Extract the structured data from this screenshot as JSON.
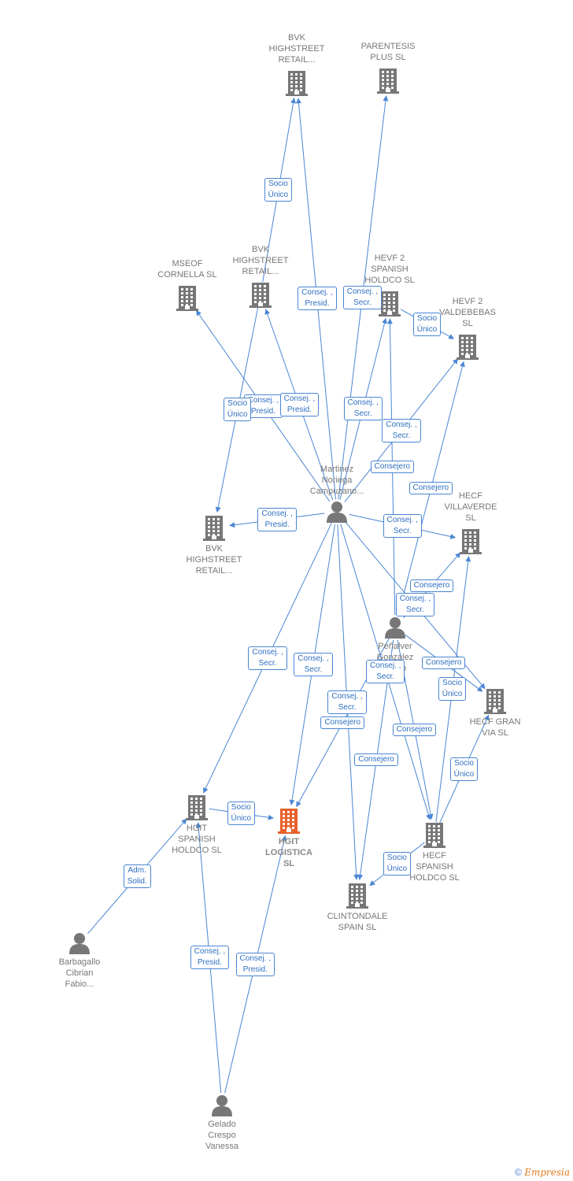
{
  "nodes": [
    {
      "id": "bvk_top",
      "name": "BVK\nHIGHSTREET\nRETAIL...",
      "kind": "company"
    },
    {
      "id": "parentesis",
      "name": "PARENTESIS\nPLUS SL",
      "kind": "company"
    },
    {
      "id": "mseof",
      "name": "MSEOF\nCORNELLA SL",
      "kind": "company"
    },
    {
      "id": "bvk_mid",
      "name": "BVK\nHIGHSTREET\nRETAIL...",
      "kind": "company"
    },
    {
      "id": "hevf_spanish",
      "name": "HEVF 2\nSPANISH\nHOLDCO  SL",
      "kind": "company"
    },
    {
      "id": "hevf_valdebebas",
      "name": "HEVF 2\nVALDEBEBAS\nSL",
      "kind": "company"
    },
    {
      "id": "bvk_low",
      "name": "BVK\nHIGHSTREET\nRETAIL...",
      "kind": "company"
    },
    {
      "id": "martinez",
      "name": "Martinez\nNoriega\nCampuzano...",
      "kind": "person"
    },
    {
      "id": "hecf_villaverde",
      "name": "HECF\nVILLAVERDE\nSL",
      "kind": "company"
    },
    {
      "id": "penalver",
      "name": "Peñalver\nGonzalez\nPablo",
      "kind": "person"
    },
    {
      "id": "hecf_granvia",
      "name": "HECF GRAN\nVIA  SL",
      "kind": "company"
    },
    {
      "id": "hgit_spanish",
      "name": "HGIT\nSPANISH\nHOLDCO  SL",
      "kind": "company"
    },
    {
      "id": "hgit_logistica",
      "name": "HGIT\nLOGISTICA\nSL",
      "kind": "company",
      "main": true
    },
    {
      "id": "clintondale",
      "name": "CLINTONDALE\nSPAIN  SL",
      "kind": "company"
    },
    {
      "id": "hecf_spanish",
      "name": "HECF\nSPANISH\nHOLDCO  SL",
      "kind": "company"
    },
    {
      "id": "barbagallo",
      "name": "Barbagallo\nCibrian\nFabio...",
      "kind": "person"
    },
    {
      "id": "gelado",
      "name": "Gelado\nCrespo\nVanessa",
      "kind": "person"
    }
  ],
  "edges": [
    {
      "from": "bvk_mid",
      "to": "bvk_top",
      "label": "Socio\nÚnico"
    },
    {
      "from": "martinez",
      "to": "bvk_top",
      "label": "Consej. ,\nPresid."
    },
    {
      "from": "martinez",
      "to": "parentesis",
      "label": "Consej. ,\nSecr."
    },
    {
      "from": "martinez",
      "to": "mseof",
      "label": "Consej. ,\nPresid."
    },
    {
      "from": "martinez",
      "to": "bvk_mid",
      "label": "Consej. ,\nPresid."
    },
    {
      "from": "bvk_mid",
      "to": "bvk_low",
      "label": "Socio\nÚnico"
    },
    {
      "from": "martinez",
      "to": "hevf_spanish",
      "label": "Consej. ,\nSecr."
    },
    {
      "from": "hevf_spanish",
      "to": "hevf_valdebebas",
      "label": "Socio\nÚnico"
    },
    {
      "from": "martinez",
      "to": "hevf_valdebebas",
      "label": "Consej. ,\nSecr."
    },
    {
      "from": "martinez",
      "to": "bvk_low",
      "label": "Consej. ,\nPresid."
    },
    {
      "from": "penalver",
      "to": "hevf_spanish",
      "label": "Consejero"
    },
    {
      "from": "penalver",
      "to": "hevf_valdebebas",
      "label": "Consejero"
    },
    {
      "from": "martinez",
      "to": "hecf_villaverde",
      "label": "Consej. ,\nSecr."
    },
    {
      "from": "penalver",
      "to": "hecf_villaverde",
      "label": "Consejero"
    },
    {
      "from": "martinez",
      "to": "hecf_granvia",
      "label": "Consej. ,\nSecr."
    },
    {
      "from": "penalver",
      "to": "hecf_granvia",
      "label": "Consejero"
    },
    {
      "from": "hecf_spanish",
      "to": "hecf_villaverde",
      "label": "Socio\nÚnico"
    },
    {
      "from": "hecf_spanish",
      "to": "hecf_granvia",
      "label": "Socio\nÚnico"
    },
    {
      "from": "martinez",
      "to": "hgit_spanish",
      "label": "Consej. ,\nSecr."
    },
    {
      "from": "martinez",
      "to": "hgit_logistica",
      "label": "Consej. ,\nSecr."
    },
    {
      "from": "martinez",
      "to": "clintondale",
      "label": "Consej. ,\nSecr."
    },
    {
      "from": "penalver",
      "to": "hgit_logistica",
      "label": "Consejero"
    },
    {
      "from": "penalver",
      "to": "clintondale",
      "label": "Consejero"
    },
    {
      "from": "penalver",
      "to": "hecf_spanish",
      "label": "Consejero"
    },
    {
      "from": "martinez",
      "to": "hecf_spanish",
      "label": "Consej. ,\nSecr."
    },
    {
      "from": "hgit_spanish",
      "to": "hgit_logistica",
      "label": "Socio\nÚnico"
    },
    {
      "from": "hecf_spanish",
      "to": "clintondale",
      "label": "Socio\nÚnico"
    },
    {
      "from": "barbagallo",
      "to": "hgit_spanish",
      "label": "Adm.\nSolid."
    },
    {
      "from": "gelado",
      "to": "hgit_spanish",
      "label": "Consej. ,\nPresid."
    },
    {
      "from": "gelado",
      "to": "hgit_logistica",
      "label": "Consej. ,\nPresid."
    }
  ],
  "colors": {
    "edge": "#4a86d4",
    "company": "#777777",
    "main": "#e8602c",
    "person": "#777777"
  },
  "footer": {
    "copyright": "©",
    "brand": "Empresia"
  }
}
